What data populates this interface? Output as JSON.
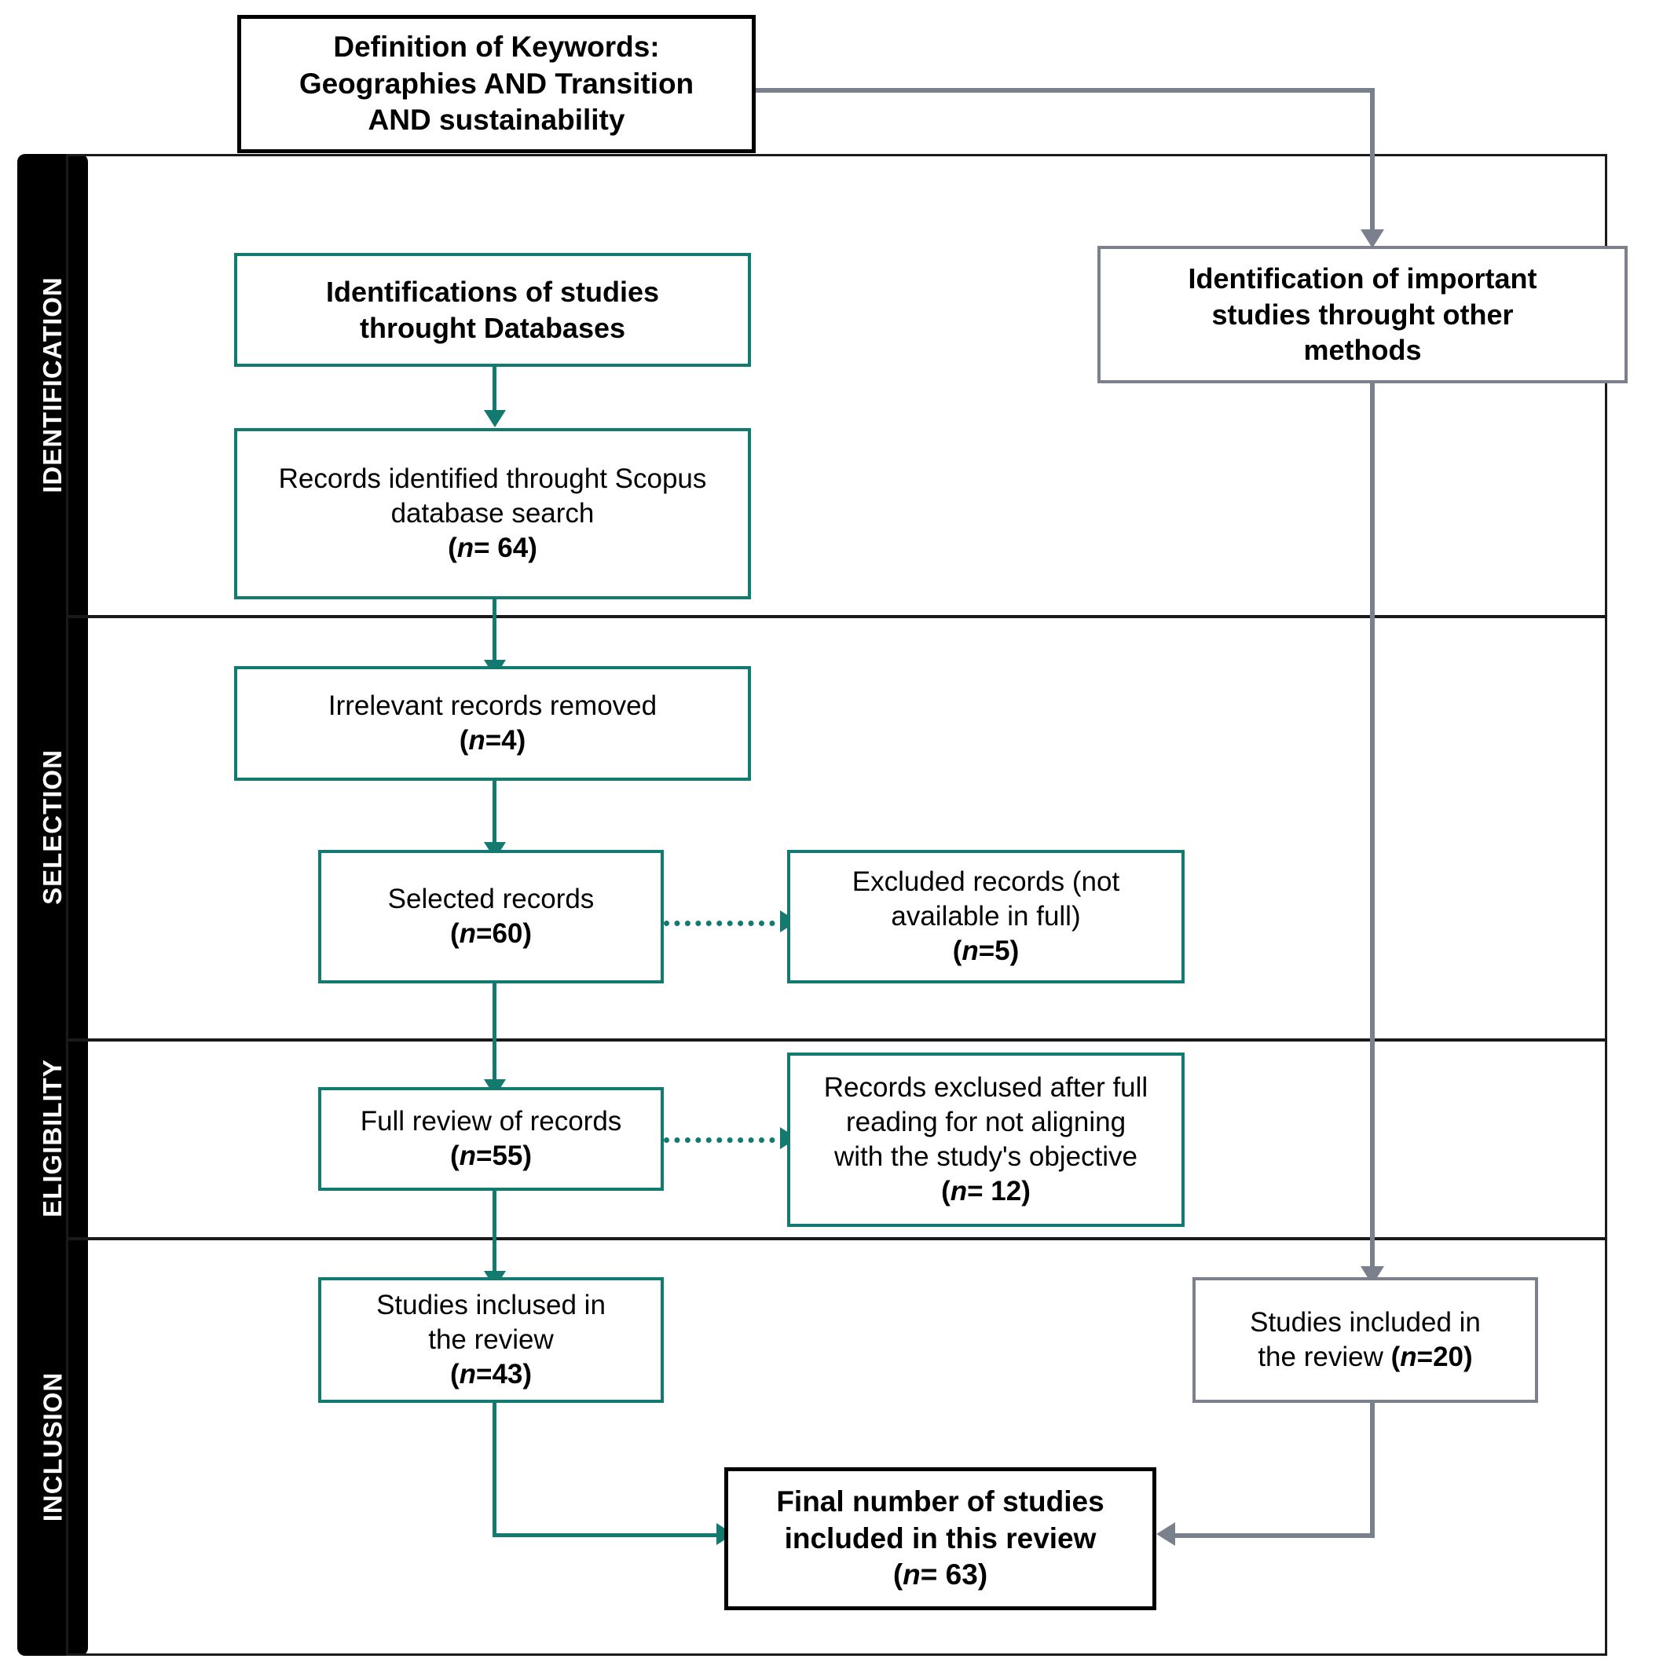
{
  "diagram": {
    "title": "PRISMA study selection flow diagram",
    "colors": {
      "teal": "#127a6e",
      "gray": "#7b818c",
      "black": "#000000",
      "background": "#ffffff"
    }
  },
  "phases": [
    {
      "id": "identification",
      "label": "IDENTIFICATION"
    },
    {
      "id": "selection",
      "label": "SELECTION"
    },
    {
      "id": "eligibility",
      "label": "ELIGIBILITY"
    },
    {
      "id": "inclusion",
      "label": "INCLUSION"
    }
  ],
  "boxes": {
    "keywords": {
      "line1": "Definition of Keywords:",
      "line2": "Geographies AND Transition",
      "line3": "AND sustainability"
    },
    "db_source": {
      "line1": "Identifications of studies",
      "line2": "throught Databases"
    },
    "other_source": {
      "line1": "Identification of important",
      "line2": "studies throught other",
      "line3": "methods"
    },
    "scopus_records": {
      "line1": "Records identified throught Scopus",
      "line2": "database search",
      "count_prefix": "(",
      "count_n": "n",
      "count_value": "= 64)"
    },
    "irrelevant_removed": {
      "line1": "Irrelevant records removed",
      "count_prefix": "(",
      "count_n": "n",
      "count_value": "=4)"
    },
    "selected_records": {
      "line1": "Selected records",
      "count_prefix": "(",
      "count_n": "n",
      "count_value": "=60)"
    },
    "excluded_not_full": {
      "line1": "Excluded records (not",
      "line2": "available in full)",
      "count_prefix": "(",
      "count_n": "n",
      "count_value": "=5)"
    },
    "full_review": {
      "line1": "Full review of records",
      "count_prefix": "(",
      "count_n": "n",
      "count_value": "=55)"
    },
    "excluded_after_reading": {
      "line1": "Records exclused after full",
      "line2": "reading for not aligning",
      "line3": "with the study's objective",
      "count_prefix": "(",
      "count_n": "n",
      "count_value": "= 12)"
    },
    "included_db": {
      "line1": "Studies inclused in",
      "line2": "the review",
      "count_prefix": "(",
      "count_n": "n",
      "count_value": "=43)"
    },
    "included_other": {
      "line1": "Studies included in",
      "line2_prefix": "the review ",
      "count_prefix": "(",
      "count_n": "n",
      "count_value": "=20)"
    },
    "final_total": {
      "line1": "Final number of studies",
      "line2": "included in this review",
      "count_prefix": "(",
      "count_n": "n",
      "count_value": "= 63)"
    }
  },
  "chart_data": {
    "type": "diagram",
    "title": "PRISMA flow of study identification, selection, eligibility and inclusion",
    "nodes": [
      {
        "id": "keywords",
        "phase": "pre",
        "label": "Definition of Keywords: Geographies AND Transition AND sustainability",
        "n": null
      },
      {
        "id": "db_source",
        "phase": "identification",
        "label": "Identifications of studies throught Databases",
        "n": null
      },
      {
        "id": "other_source",
        "phase": "identification",
        "label": "Identification of important studies throught other methods",
        "n": null
      },
      {
        "id": "scopus_records",
        "phase": "identification",
        "label": "Records identified throught Scopus database search",
        "n": 64
      },
      {
        "id": "irrelevant_removed",
        "phase": "selection",
        "label": "Irrelevant records removed",
        "n": 4
      },
      {
        "id": "selected_records",
        "phase": "selection",
        "label": "Selected records",
        "n": 60
      },
      {
        "id": "excluded_not_full",
        "phase": "selection",
        "label": "Excluded records (not available in full)",
        "n": 5
      },
      {
        "id": "full_review",
        "phase": "eligibility",
        "label": "Full review of records",
        "n": 55
      },
      {
        "id": "excluded_after_reading",
        "phase": "eligibility",
        "label": "Records exclused after full reading for not aligning with the study's objective",
        "n": 12
      },
      {
        "id": "included_db",
        "phase": "inclusion",
        "label": "Studies inclused in the review",
        "n": 43
      },
      {
        "id": "included_other",
        "phase": "inclusion",
        "label": "Studies included in the review",
        "n": 20
      },
      {
        "id": "final_total",
        "phase": "inclusion",
        "label": "Final number of studies included in this review",
        "n": 63
      }
    ],
    "edges": [
      {
        "from": "keywords",
        "to": "other_source",
        "style": "solid",
        "color": "#7b818c"
      },
      {
        "from": "db_source",
        "to": "scopus_records",
        "style": "solid",
        "color": "#127a6e"
      },
      {
        "from": "scopus_records",
        "to": "irrelevant_removed",
        "style": "solid",
        "color": "#127a6e"
      },
      {
        "from": "irrelevant_removed",
        "to": "selected_records",
        "style": "solid",
        "color": "#127a6e"
      },
      {
        "from": "selected_records",
        "to": "excluded_not_full",
        "style": "dotted",
        "color": "#127a6e"
      },
      {
        "from": "selected_records",
        "to": "full_review",
        "style": "solid",
        "color": "#127a6e"
      },
      {
        "from": "full_review",
        "to": "excluded_after_reading",
        "style": "dotted",
        "color": "#127a6e"
      },
      {
        "from": "full_review",
        "to": "included_db",
        "style": "solid",
        "color": "#127a6e"
      },
      {
        "from": "included_db",
        "to": "final_total",
        "style": "solid",
        "color": "#127a6e"
      },
      {
        "from": "other_source",
        "to": "included_other",
        "style": "solid",
        "color": "#7b818c"
      },
      {
        "from": "included_other",
        "to": "final_total",
        "style": "solid",
        "color": "#7b818c"
      }
    ]
  }
}
